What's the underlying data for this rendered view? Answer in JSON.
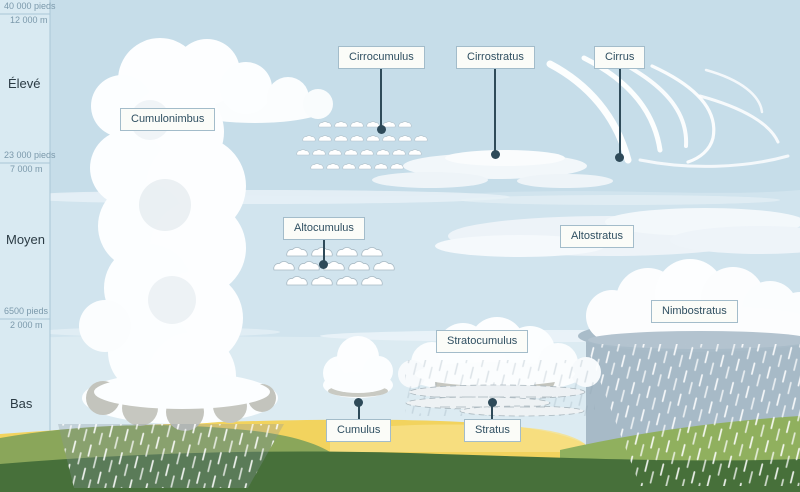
{
  "axis": {
    "ticks": [
      {
        "feet": "40 000 pieds",
        "meters": "12 000 m"
      },
      {
        "feet": "23 000 pieds",
        "meters": "7 000 m"
      },
      {
        "feet": "6500 pieds",
        "meters": "2 000 m"
      }
    ],
    "levels": [
      {
        "id": "high",
        "label": "Élevé"
      },
      {
        "id": "mid",
        "label": "Moyen"
      },
      {
        "id": "low",
        "label": "Bas"
      }
    ]
  },
  "clouds": {
    "cumulonimbus": {
      "label": "Cumulonimbus"
    },
    "cirrocumulus": {
      "label": "Cirrocumulus"
    },
    "cirrostratus": {
      "label": "Cirrostratus"
    },
    "cirrus": {
      "label": "Cirrus"
    },
    "altocumulus": {
      "label": "Altocumulus"
    },
    "altostratus": {
      "label": "Altostratus"
    },
    "nimbostratus": {
      "label": "Nimbostratus"
    },
    "stratocumulus": {
      "label": "Stratocumulus"
    },
    "cumulus": {
      "label": "Cumulus"
    },
    "stratus": {
      "label": "Stratus"
    }
  },
  "colors": {
    "label_background": "#fbfcf8",
    "label_border": "#a3bcca",
    "label_text": "#2f4f61",
    "anchor_dot": "#2e4a59",
    "sky_high": "#c6dde9",
    "sky_low": "#dcebf2",
    "cloud_white": "#fdfeff",
    "cloud_shadow_gray": "#c6c7c0",
    "nimbostratus_rain": "#9db1c0",
    "field_yellow": "#f2d35e",
    "hill_green": "#8aa65a",
    "ground_dark_green": "#47703a",
    "axis_text": "#7b99ab",
    "level_text": "#2b3b44"
  }
}
